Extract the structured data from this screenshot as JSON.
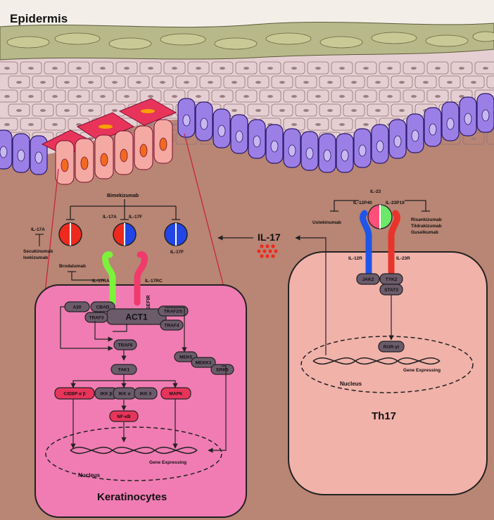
{
  "tissue": {
    "layer_title": "Epidermis"
  },
  "drugs_left": {
    "bimekizumab": "Bimekizumab",
    "il17a_a": "IL-17A",
    "il17f_a": "IL-17F",
    "il17a_left": "IL-17A",
    "secukinumab": "Secukinumab",
    "ixekizumab": "Ixekizumab",
    "il17f_right": "IL-17F",
    "brodalumab": "Brodalumab"
  },
  "receptors_left": {
    "il17ra": "IL-17RA",
    "il17rc": "IL-17RC",
    "sefir": "SEFIR"
  },
  "keratinocyte": {
    "a20": "A20",
    "cbad": "CBAD",
    "act1": "ACT1",
    "traf25": "TRAF2/5",
    "traf3": "TRAF3",
    "traf4": "TRAF4",
    "traf6": "TRAF6",
    "tak1": "TAK1",
    "mek5": "MEK5",
    "mekk3": "MEKK3",
    "erk5": "ERK5",
    "cebp": "C/EBP α β",
    "ikkb": "IKK β",
    "ikka": "IKK α",
    "ikkd": "IKK δ",
    "mapk": "MAPK",
    "nfkb": "NF-κB",
    "nucleus": "Nucleus",
    "gene": "Gene Expressing",
    "cell_title": "Keratinocytes"
  },
  "th17": {
    "il23": "IL-23",
    "il12p40": "IL-12P40",
    "il23p19": "IL-23P19",
    "ustekinumab": "Ustekinumab",
    "risankizumab": "Risankizumab",
    "tildrakizumab": "Tildrakizumab",
    "guselkumab": "Guselkumab",
    "il12r": "IL-12R",
    "il23r": "IL-23R",
    "il17": "IL-17",
    "jak2": "JAK2",
    "tyk2": "TYK2",
    "stat3": "STAT3",
    "ror": "ROR-γt",
    "nucleus": "Nucleus",
    "gene": "Gene Expressing",
    "cell_title": "Th17"
  },
  "colors": {
    "dermis": "#b98574",
    "stratum_spinosum": "#e6cfd2",
    "stratum_corneum": "#b7b98a",
    "basal_cell": "#9c7fe6",
    "inflamed_cell": "#f4a9a3",
    "keratinocyte_fill": "#f07cb3",
    "th17_fill": "#f1b2aa",
    "node": "#6b5b6b",
    "red_node": "#e8345b",
    "il17a_red": "#ee2a1f",
    "il17f_blue": "#2246e6",
    "il17ra_green": "#7cf23a",
    "il17rc_pink": "#f03a6b",
    "il12r_blue": "#1f56e8",
    "il23r_red": "#e8342a"
  }
}
